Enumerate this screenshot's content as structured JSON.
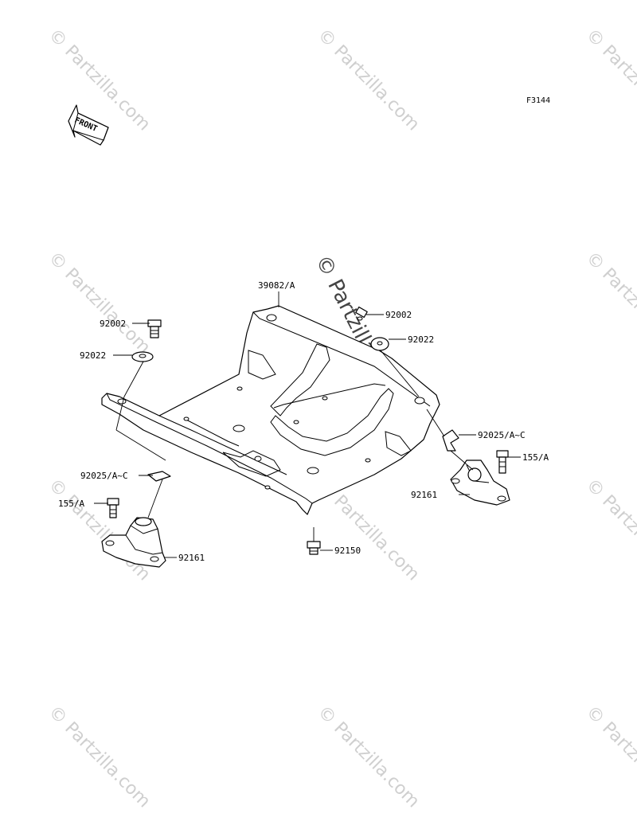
{
  "figure_code": "F3144",
  "front_label": "FRONT",
  "watermark": "© Partzilla.com",
  "watermark_center": "© Partzilla.com",
  "labels": {
    "guard": "39082/A",
    "bolt_left": "92002",
    "washer_left": "92022",
    "clip_left": "92025/A~C",
    "screw_left": "155/A",
    "mount_left": "92161",
    "bolt_right": "92002",
    "washer_right": "92022",
    "clip_right": "92025/A~C",
    "screw_right": "155/A",
    "mount_right": "92161",
    "bolt_bottom": "92150"
  }
}
